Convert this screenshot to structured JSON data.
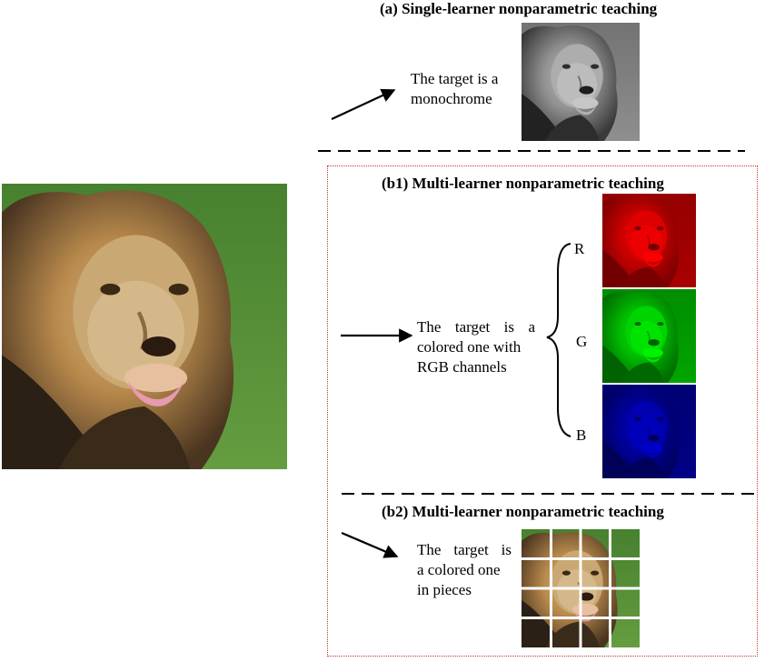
{
  "source_image": {
    "label": "lion",
    "colors": [
      "#7a5a2e",
      "#c9a06a",
      "#3f7a2a",
      "#2a2016"
    ]
  },
  "panel_a": {
    "heading": "(a)  Single-learner nonparametric teaching",
    "description": [
      "The target is a",
      "monochrome"
    ],
    "target_style": "grayscale"
  },
  "panel_b1": {
    "heading": "(b1)  Multi-learner nonparametric teaching",
    "description": [
      "The target is a",
      "colored one with",
      "RGB channels"
    ],
    "channels": [
      {
        "label": "R",
        "color": "#ff1a1a"
      },
      {
        "label": "G",
        "color": "#22cc22"
      },
      {
        "label": "B",
        "color": "#1a1aff"
      }
    ]
  },
  "panel_b2": {
    "heading": "(b2)  Multi-learner nonparametric teaching",
    "description": [
      "The target is",
      "a colored one",
      "in pieces"
    ],
    "grid": {
      "rows": 4,
      "cols": 4
    }
  },
  "frame_color": "#c0392b"
}
